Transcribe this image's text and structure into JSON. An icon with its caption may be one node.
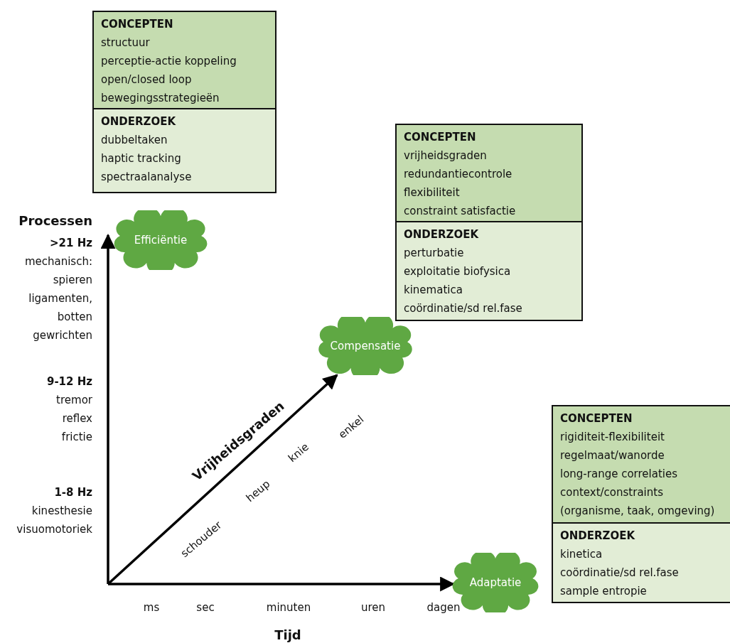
{
  "diagram": {
    "nodes": [
      {
        "text": [
          "CONCEPTEN",
          "structuur",
          "perceptie-actie koppeling",
          "open/closed loop",
          "bewegingsstrategieën"
        ]
      },
      {
        "text": [
          "ONDERZOEK",
          "dubbeltaken",
          "haptic tracking",
          "spectraalanalyse"
        ]
      },
      {
        "text": [
          "CONCEPTEN",
          "vrijheidsgraden",
          "redundantiecontrole",
          "flexibiliteit",
          "constraint satisfactie"
        ]
      },
      {
        "text": [
          "ONDERZOEK",
          "perturbatie",
          "exploitatie biofysica",
          "kinematica",
          "coördinatie/sd rel.fase"
        ]
      },
      {
        "text": [
          "Efficiëntie"
        ]
      },
      {
        "text": [
          "Compensatie"
        ]
      },
      {
        "text": [
          "CONCEPTEN",
          "rigiditeit-flexibiliteit",
          "regelmaat/wanorde",
          "long-range correlaties",
          "context/constraints",
          "(organisme, taak, omgeving)"
        ]
      },
      {
        "text": [
          "ONDERZOEK",
          "kinetica",
          "coördinatie/sd rel.fase",
          "sample entropie"
        ]
      },
      {
        "text": [
          "Adaptatie"
        ]
      }
    ],
    "edges": [
      {
        "from": null,
        "to": 4,
        "arrow": "to"
      },
      {
        "from": null,
        "to": 5,
        "arrow": "to"
      },
      {
        "from": null,
        "to": 8,
        "arrow": "to"
      }
    ],
    "labels": [
      "Processen",
      ">21 Hz",
      "mechanisch:",
      "spieren",
      "ligamenten,",
      "botten",
      "gewrichten",
      "9-12 Hz",
      "tremor",
      "reflex",
      "frictie",
      "Vrijheidsgraden",
      "enkel",
      "knie",
      "heup",
      "1-8 Hz",
      "kinesthesie",
      "visuomotoriek",
      "schouder",
      "ms",
      "sec",
      "minuten",
      "uren",
      "dagen",
      "Tijd"
    ]
  }
}
